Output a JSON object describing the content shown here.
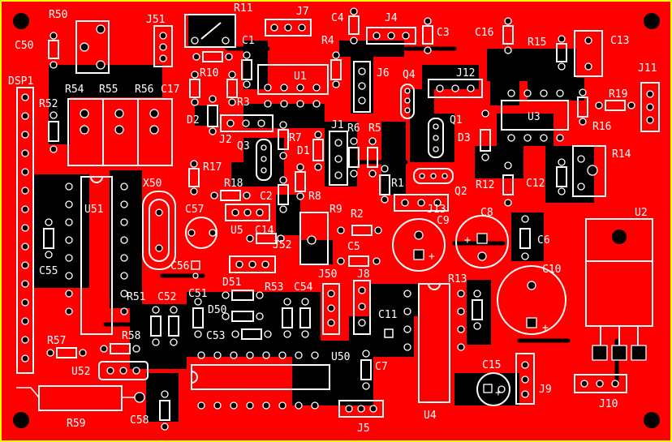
{
  "board": {
    "colors": {
      "copper": "#ff0000",
      "silkscreen": "#ffffff",
      "void": "#000000",
      "edge": "#ffff00"
    },
    "labels": {
      "R50": "R50",
      "C50": "C50",
      "J51": "J51",
      "R11": "R11",
      "J7": "J7",
      "C4": "C4",
      "J4": "J4",
      "C3": "C3",
      "C16": "C16",
      "R15": "R15",
      "C13": "C13",
      "J11": "J11",
      "C1": "C1",
      "R4": "R4",
      "R10": "R10",
      "U1": "U1",
      "J6": "J6",
      "Q4": "Q4",
      "J12": "J12",
      "R19": "R19",
      "DSP1": "DSP1",
      "R54": "R54",
      "R55": "R55",
      "R56": "R56",
      "C17": "C17",
      "R3": "R3",
      "R52": "R52",
      "D2": "D2",
      "U3": "U3",
      "R16": "R16",
      "Q1": "Q1",
      "J1": "J1",
      "R6": "R6",
      "R5": "R5",
      "R7": "R7",
      "J2": "J2",
      "Q3": "Q3",
      "D1": "D1",
      "D3": "D3",
      "R14": "R14",
      "R17": "R17",
      "X50": "X50",
      "R18": "R18",
      "C2": "C2",
      "R8": "R8",
      "R1": "R1",
      "R12": "R12",
      "C12": "C12",
      "U51": "U51",
      "Q2": "Q2",
      "J13": "J13",
      "C57": "C57",
      "R9": "R9",
      "U5": "U5",
      "R2": "R2",
      "C9": "C9",
      "C8": "C8",
      "U2": "U2",
      "C14": "C14",
      "J52": "J52",
      "C6": "C6",
      "C55": "C55",
      "C5": "C5",
      "C56": "C56",
      "J50": "J50",
      "J8": "J8",
      "C10": "C10",
      "R13": "R13",
      "D51": "D51",
      "R53": "R53",
      "C54": "C54",
      "R51": "R51",
      "C52": "C52",
      "C51": "C51",
      "D50": "D50",
      "C11": "C11",
      "C53": "C53",
      "R57": "R57",
      "R58": "R58",
      "U50": "U50",
      "C7": "C7",
      "U52": "U52",
      "C15": "C15",
      "J9": "J9",
      "J10": "J10",
      "R59": "R59",
      "C58": "C58",
      "J5": "J5",
      "U4": "U4"
    }
  }
}
